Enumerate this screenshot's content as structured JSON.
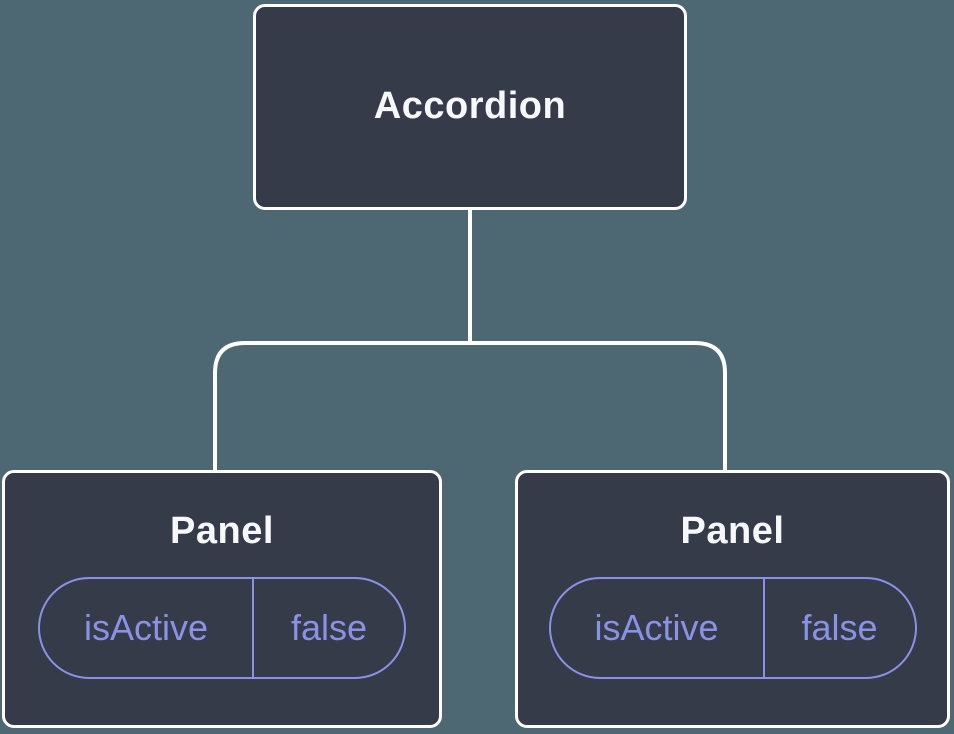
{
  "diagram": {
    "type": "component-tree",
    "root_node": {
      "label": "Accordion"
    },
    "child_nodes": [
      {
        "label": "Panel",
        "state_pill": {
          "name": "isActive",
          "value": "false"
        }
      },
      {
        "label": "Panel",
        "state_pill": {
          "name": "isActive",
          "value": "false"
        }
      }
    ],
    "colors": {
      "background": "#4D6872",
      "node_fill": "#353B48",
      "node_border": "#FFFFFF",
      "connector": "#FFFFFF",
      "node_label_text": "#F7F8FA",
      "state_accent": "#8A92E8"
    }
  }
}
